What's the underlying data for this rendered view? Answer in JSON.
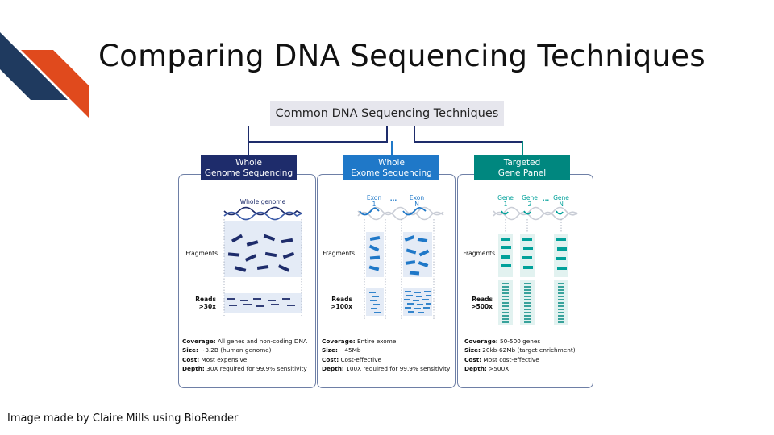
{
  "slide": {
    "title": "Comparing DNA Sequencing Techniques",
    "credit": "Image made by Claire Mills using BioRender"
  },
  "colors": {
    "corner_navy": "#1f3a5f",
    "corner_orange": "#e04a1d",
    "wgs": "#1e2c6b",
    "wes": "#1f78c8",
    "tgp": "#00877f"
  },
  "diagram": {
    "root_title": "Common DNA Sequencing Techniques",
    "row_labels": {
      "fragments": "Fragments",
      "reads": "Reads"
    },
    "panels": [
      {
        "title_line1": "Whole",
        "title_line2": "Genome Sequencing",
        "genome_label": "Whole genome",
        "reads_depth": ">30x",
        "coverage_label": "Coverage:",
        "coverage": "All genes and non-coding DNA",
        "size_label": "Size:",
        "size": "~3.2B (human genome)",
        "cost_label": "Cost:",
        "cost": "Most expensive",
        "depth_label": "Depth:",
        "depth": "30X required for 99.9% sensitivity"
      },
      {
        "title_line1": "Whole",
        "title_line2": "Exome Sequencing",
        "region1_line1": "Exon",
        "region1_line2": "1",
        "ellipsis": "...",
        "region2_line1": "Exon",
        "region2_line2": "N",
        "reads_depth": ">100x",
        "coverage_label": "Coverage:",
        "coverage": "Entire exome",
        "size_label": "Size:",
        "size": "~45Mb",
        "cost_label": "Cost:",
        "cost": "Cost-effective",
        "depth_label": "Depth:",
        "depth": "100X required for 99.9% sensitivity"
      },
      {
        "title_line1": "Targeted",
        "title_line2": "Gene Panel",
        "region1_line1": "Gene",
        "region1_line2": "1",
        "region2_line1": "Gene",
        "region2_line2": "2",
        "ellipsis": "...",
        "region3_line1": "Gene",
        "region3_line2": "N",
        "reads_depth": ">500x",
        "coverage_label": "Coverage:",
        "coverage": "50-500 genes",
        "size_label": "Size:",
        "size": "20kb-62Mb (target enrichment)",
        "cost_label": "Cost:",
        "cost": "Most cost-effective",
        "depth_label": "Depth:",
        "depth": ">500X"
      }
    ]
  }
}
